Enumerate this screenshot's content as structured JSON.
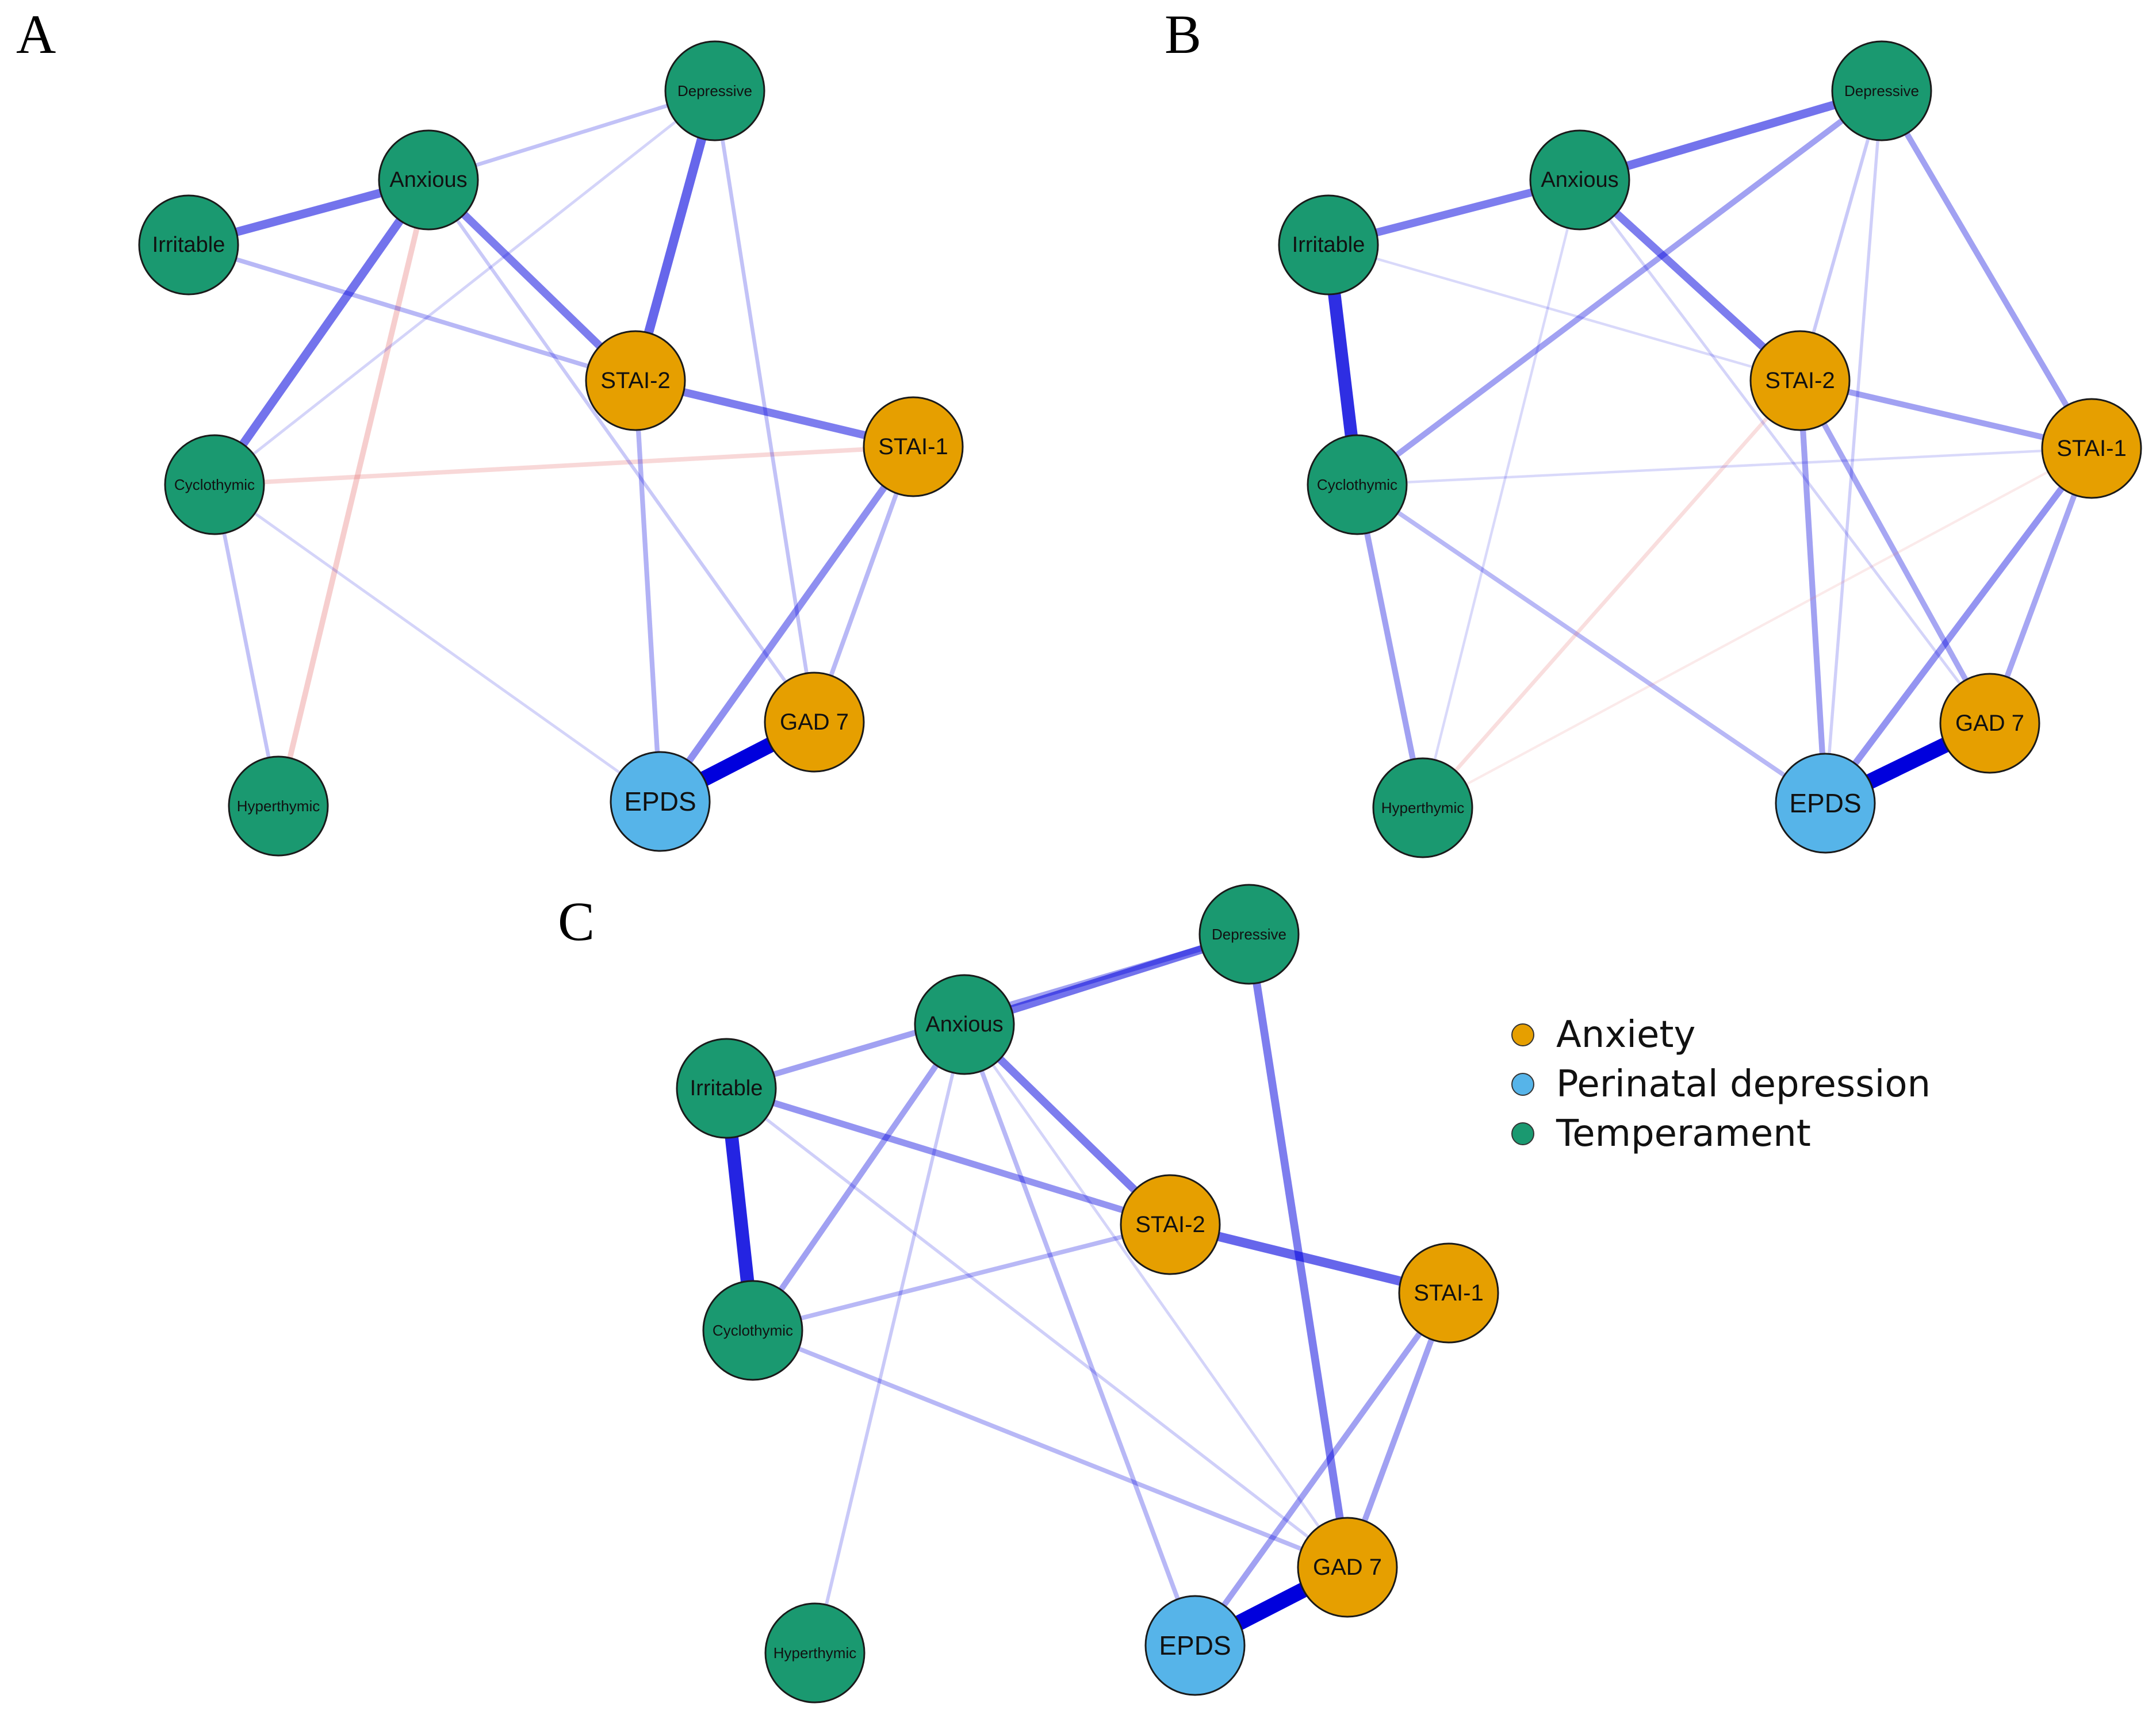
{
  "colors": {
    "anxiety": "#E69F00",
    "perinatal": "#56B4E9",
    "temperament": "#1A9970",
    "positive_edge": "#0000DD",
    "negative_edge": "#E57373"
  },
  "legend": [
    {
      "label": "Anxiety",
      "group": "anxiety"
    },
    {
      "label": "Perinatal depression",
      "group": "perinatal"
    },
    {
      "label": "Temperament",
      "group": "temperament"
    }
  ],
  "panels": [
    {
      "letter": "A",
      "nodes": [
        {
          "id": "Depressive",
          "label": "Depressive",
          "group": "temperament"
        },
        {
          "id": "Anxious",
          "label": "Anxious",
          "group": "temperament"
        },
        {
          "id": "Irritable",
          "label": "Irritable",
          "group": "temperament"
        },
        {
          "id": "Cyclothymic",
          "label": "Cyclothymic",
          "group": "temperament"
        },
        {
          "id": "Hyperthymic",
          "label": "Hyperthymic",
          "group": "temperament"
        },
        {
          "id": "STAI2",
          "label": "STAI-2",
          "group": "anxiety"
        },
        {
          "id": "STAI1",
          "label": "STAI-1",
          "group": "anxiety"
        },
        {
          "id": "GAD7",
          "label": "GAD 7",
          "group": "anxiety"
        },
        {
          "id": "EPDS",
          "label": "EPDS",
          "group": "perinatal"
        }
      ],
      "edges": [
        {
          "from": "EPDS",
          "to": "GAD7",
          "w": 1.0,
          "sign": "+"
        },
        {
          "from": "STAI2",
          "to": "Depressive",
          "w": 0.55,
          "sign": "+"
        },
        {
          "from": "Anxious",
          "to": "Cyclothymic",
          "w": 0.5,
          "sign": "+"
        },
        {
          "from": "Anxious",
          "to": "Irritable",
          "w": 0.5,
          "sign": "+"
        },
        {
          "from": "Anxious",
          "to": "STAI2",
          "w": 0.45,
          "sign": "+"
        },
        {
          "from": "STAI2",
          "to": "STAI1",
          "w": 0.45,
          "sign": "+"
        },
        {
          "from": "STAI1",
          "to": "EPDS",
          "w": 0.38,
          "sign": "+"
        },
        {
          "from": "Anxious",
          "to": "Hyperthymic",
          "w": 0.28,
          "sign": "-"
        },
        {
          "from": "Cyclothymic",
          "to": "STAI1",
          "w": 0.2,
          "sign": "-"
        },
        {
          "from": "Irritable",
          "to": "STAI2",
          "w": 0.2,
          "sign": "+"
        },
        {
          "from": "STAI2",
          "to": "EPDS",
          "w": 0.22,
          "sign": "+"
        },
        {
          "from": "STAI1",
          "to": "GAD7",
          "w": 0.2,
          "sign": "+"
        },
        {
          "from": "Anxious",
          "to": "Depressive",
          "w": 0.15,
          "sign": "+"
        },
        {
          "from": "Depressive",
          "to": "GAD7",
          "w": 0.15,
          "sign": "+"
        },
        {
          "from": "Cyclothymic",
          "to": "Hyperthymic",
          "w": 0.15,
          "sign": "+"
        },
        {
          "from": "Anxious",
          "to": "GAD7",
          "w": 0.12,
          "sign": "+"
        },
        {
          "from": "Cyclothymic",
          "to": "Depressive",
          "w": 0.08,
          "sign": "+"
        },
        {
          "from": "Cyclothymic",
          "to": "EPDS",
          "w": 0.08,
          "sign": "+"
        }
      ]
    },
    {
      "letter": "B",
      "nodes": [
        {
          "id": "Depressive",
          "label": "Depressive",
          "group": "temperament"
        },
        {
          "id": "Anxious",
          "label": "Anxious",
          "group": "temperament"
        },
        {
          "id": "Irritable",
          "label": "Irritable",
          "group": "temperament"
        },
        {
          "id": "Cyclothymic",
          "label": "Cyclothymic",
          "group": "temperament"
        },
        {
          "id": "Hyperthymic",
          "label": "Hyperthymic",
          "group": "temperament"
        },
        {
          "id": "STAI2",
          "label": "STAI-2",
          "group": "anxiety"
        },
        {
          "id": "STAI1",
          "label": "STAI-1",
          "group": "anxiety"
        },
        {
          "id": "GAD7",
          "label": "GAD 7",
          "group": "anxiety"
        },
        {
          "id": "EPDS",
          "label": "EPDS",
          "group": "perinatal"
        }
      ],
      "edges": [
        {
          "from": "EPDS",
          "to": "GAD7",
          "w": 1.0,
          "sign": "+"
        },
        {
          "from": "Irritable",
          "to": "Cyclothymic",
          "w": 0.8,
          "sign": "+"
        },
        {
          "from": "Anxious",
          "to": "Depressive",
          "w": 0.5,
          "sign": "+"
        },
        {
          "from": "Anxious",
          "to": "Irritable",
          "w": 0.45,
          "sign": "+"
        },
        {
          "from": "Anxious",
          "to": "STAI2",
          "w": 0.45,
          "sign": "+"
        },
        {
          "from": "STAI1",
          "to": "EPDS",
          "w": 0.35,
          "sign": "+"
        },
        {
          "from": "Cyclothymic",
          "to": "Depressive",
          "w": 0.3,
          "sign": "+"
        },
        {
          "from": "Depressive",
          "to": "STAI1",
          "w": 0.3,
          "sign": "+"
        },
        {
          "from": "STAI2",
          "to": "STAI1",
          "w": 0.3,
          "sign": "+"
        },
        {
          "from": "STAI2",
          "to": "EPDS",
          "w": 0.3,
          "sign": "+"
        },
        {
          "from": "STAI2",
          "to": "GAD7",
          "w": 0.28,
          "sign": "+"
        },
        {
          "from": "STAI1",
          "to": "GAD7",
          "w": 0.28,
          "sign": "+"
        },
        {
          "from": "Cyclothymic",
          "to": "Hyperthymic",
          "w": 0.3,
          "sign": "+"
        },
        {
          "from": "Cyclothymic",
          "to": "EPDS",
          "w": 0.2,
          "sign": "+"
        },
        {
          "from": "STAI2",
          "to": "Hyperthymic",
          "w": 0.15,
          "sign": "-"
        },
        {
          "from": "Depressive",
          "to": "STAI2",
          "w": 0.12,
          "sign": "+"
        },
        {
          "from": "Depressive",
          "to": "EPDS",
          "w": 0.1,
          "sign": "+"
        },
        {
          "from": "Anxious",
          "to": "GAD7",
          "w": 0.08,
          "sign": "+"
        },
        {
          "from": "Irritable",
          "to": "STAI2",
          "w": 0.06,
          "sign": "+"
        },
        {
          "from": "Anxious",
          "to": "Hyperthymic",
          "w": 0.06,
          "sign": "+"
        },
        {
          "from": "Cyclothymic",
          "to": "STAI1",
          "w": 0.06,
          "sign": "+"
        },
        {
          "from": "Hyperthymic",
          "to": "STAI1",
          "w": 0.05,
          "sign": "-"
        }
      ]
    },
    {
      "letter": "C",
      "nodes": [
        {
          "id": "Depressive",
          "label": "Depressive",
          "group": "temperament"
        },
        {
          "id": "Anxious",
          "label": "Anxious",
          "group": "temperament"
        },
        {
          "id": "Irritable",
          "label": "Irritable",
          "group": "temperament"
        },
        {
          "id": "Cyclothymic",
          "label": "Cyclothymic",
          "group": "temperament"
        },
        {
          "id": "Hyperthymic",
          "label": "Hyperthymic",
          "group": "temperament"
        },
        {
          "id": "STAI2",
          "label": "STAI-2",
          "group": "anxiety"
        },
        {
          "id": "STAI1",
          "label": "STAI-1",
          "group": "anxiety"
        },
        {
          "id": "GAD7",
          "label": "GAD 7",
          "group": "anxiety"
        },
        {
          "id": "EPDS",
          "label": "EPDS",
          "group": "perinatal"
        }
      ],
      "edges": [
        {
          "from": "EPDS",
          "to": "GAD7",
          "w": 1.0,
          "sign": "+"
        },
        {
          "from": "Irritable",
          "to": "Cyclothymic",
          "w": 0.85,
          "sign": "+"
        },
        {
          "from": "STAI2",
          "to": "STAI1",
          "w": 0.55,
          "sign": "+"
        },
        {
          "from": "Anxious",
          "to": "Depressive",
          "w": 0.5,
          "sign": "+"
        },
        {
          "from": "Depressive",
          "to": "GAD7",
          "w": 0.45,
          "sign": "+"
        },
        {
          "from": "Anxious",
          "to": "STAI2",
          "w": 0.45,
          "sign": "+"
        },
        {
          "from": "Irritable",
          "to": "STAI2",
          "w": 0.35,
          "sign": "+"
        },
        {
          "from": "Anxious",
          "to": "Cyclothymic",
          "w": 0.3,
          "sign": "+"
        },
        {
          "from": "Irritable",
          "to": "Depressive",
          "w": 0.3,
          "sign": "+"
        },
        {
          "from": "STAI1",
          "to": "EPDS",
          "w": 0.3,
          "sign": "+"
        },
        {
          "from": "STAI1",
          "to": "GAD7",
          "w": 0.3,
          "sign": "+"
        },
        {
          "from": "Cyclothymic",
          "to": "GAD7",
          "w": 0.2,
          "sign": "+"
        },
        {
          "from": "Cyclothymic",
          "to": "STAI2",
          "w": 0.2,
          "sign": "+"
        },
        {
          "from": "Anxious",
          "to": "EPDS",
          "w": 0.2,
          "sign": "+"
        },
        {
          "from": "Irritable",
          "to": "GAD7",
          "w": 0.1,
          "sign": "+"
        },
        {
          "from": "Anxious",
          "to": "Hyperthymic",
          "w": 0.12,
          "sign": "+"
        },
        {
          "from": "Anxious",
          "to": "GAD7",
          "w": 0.08,
          "sign": "+"
        }
      ]
    }
  ]
}
